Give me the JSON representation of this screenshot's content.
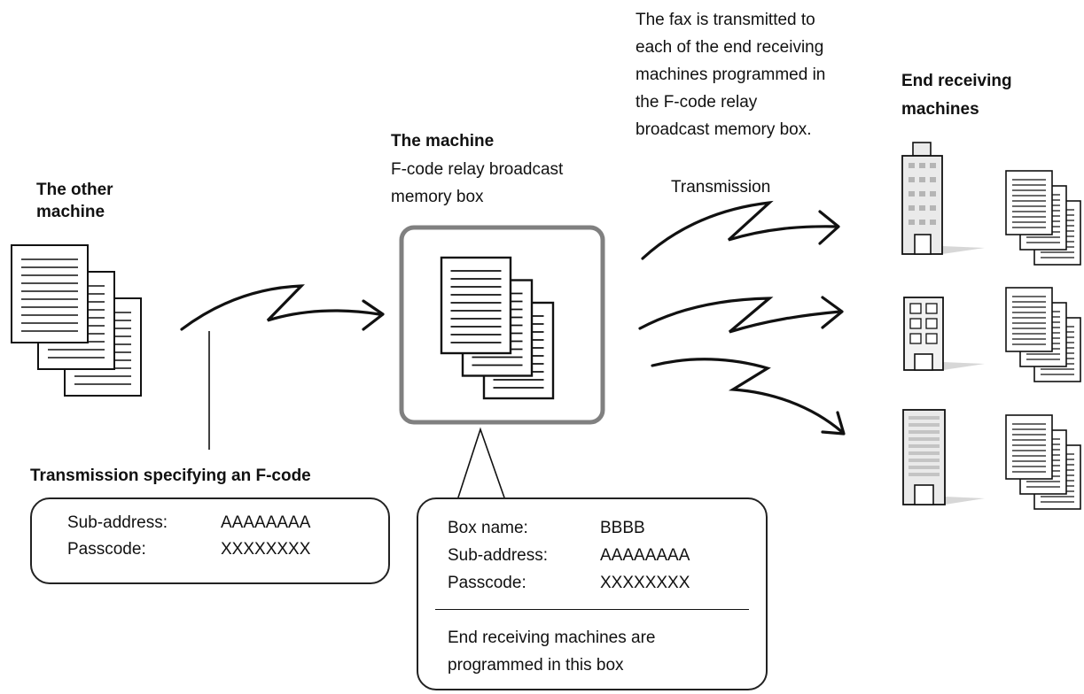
{
  "labels": {
    "other_machine_line1": "The other",
    "other_machine_line2": "machine",
    "the_machine": "The machine",
    "memory_box_line1": "F-code relay broadcast",
    "memory_box_line2": "memory box",
    "transmission": "Transmission",
    "note_line1": "The fax is transmitted to",
    "note_line2": "each of the end receiving",
    "note_line3": "machines programmed in",
    "note_line4": "the F-code relay",
    "note_line5": "broadcast memory box.",
    "end_receiving_line1": "End receiving",
    "end_receiving_line2": "machines",
    "transmission_specifying": "Transmission specifying an F-code"
  },
  "left_box": {
    "sub_address_label": "Sub-address:",
    "sub_address_value": "AAAAAAAA",
    "passcode_label": "Passcode:",
    "passcode_value": "XXXXXXXX"
  },
  "center_box": {
    "box_name_label": "Box name:",
    "box_name_value": "BBBB",
    "sub_address_label": "Sub-address:",
    "sub_address_value": "AAAAAAAA",
    "passcode_label": "Passcode:",
    "passcode_value": "XXXXXXXX",
    "footer_line1": "End receiving machines are",
    "footer_line2": "programmed in this box"
  },
  "icons": [
    "document-stack-icon",
    "building-icon",
    "arrow-icon"
  ],
  "colors": {
    "stroke": "#111111",
    "box_border": "#808080",
    "building_fill": "#eaeaea"
  }
}
